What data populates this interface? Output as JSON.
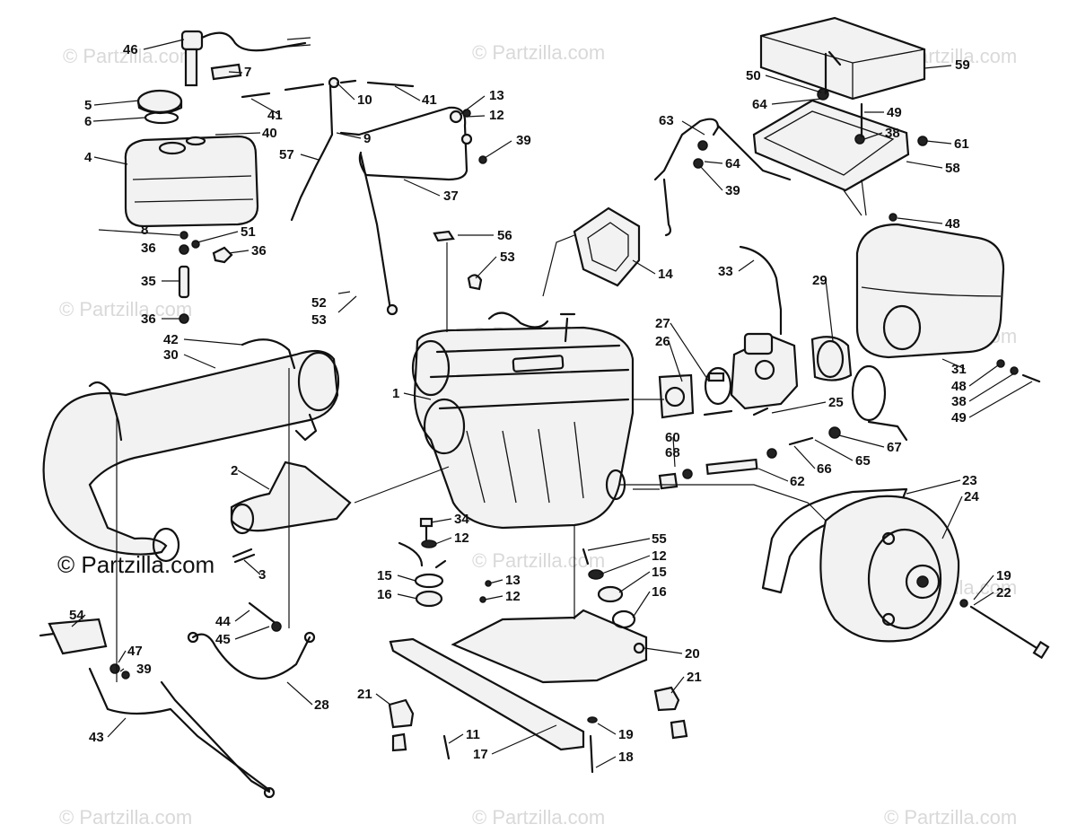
{
  "watermarks": [
    "© Partzilla.com",
    "© Partzilla.com",
    "© Partzilla.com",
    "© Partzilla.com",
    "© Partzilla.com",
    "© Partzilla.com",
    "© Partzilla.com",
    "© Partzilla.com",
    "© Partzilla.com",
    "© Partzilla.com",
    "© Partzilla.com",
    "© Partzilla.com"
  ],
  "brand_watermark": "© Partzilla.com",
  "callouts": [
    "46",
    "7",
    "5",
    "6",
    "4",
    "40",
    "41",
    "10",
    "41",
    "13",
    "12",
    "39",
    "9",
    "57",
    "37",
    "8",
    "51",
    "36",
    "36",
    "35",
    "36",
    "50",
    "59",
    "64",
    "49",
    "63",
    "38",
    "61",
    "64",
    "58",
    "39",
    "48",
    "56",
    "53",
    "14",
    "33",
    "29",
    "52",
    "53",
    "27",
    "26",
    "42",
    "30",
    "1",
    "2",
    "3",
    "25",
    "31",
    "48",
    "38",
    "49",
    "60",
    "68",
    "67",
    "66",
    "65",
    "62",
    "23",
    "24",
    "34",
    "12",
    "15",
    "16",
    "55",
    "12",
    "15",
    "16",
    "13",
    "12",
    "44",
    "45",
    "54",
    "47",
    "39",
    "28",
    "43",
    "21",
    "11",
    "17",
    "20",
    "21",
    "19",
    "18",
    "19",
    "22"
  ]
}
